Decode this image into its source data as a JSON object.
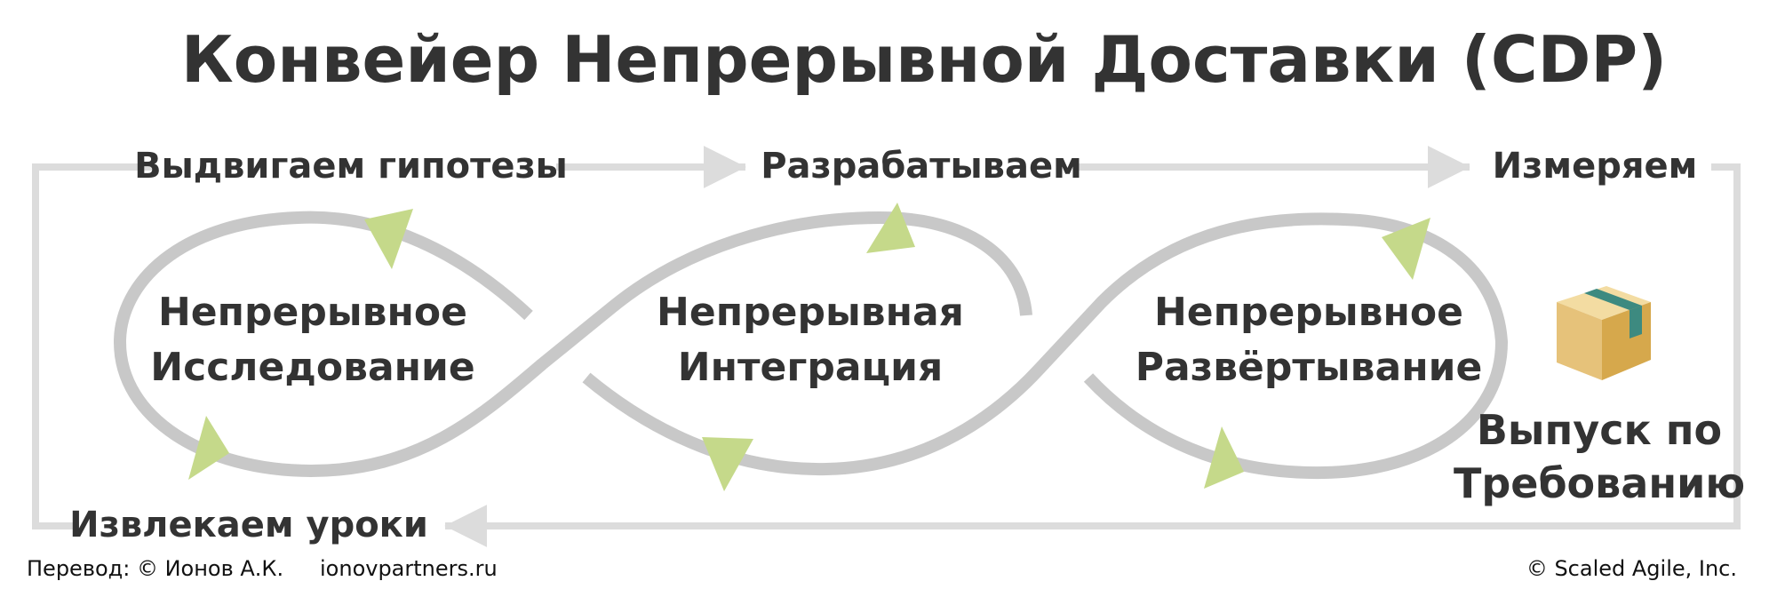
{
  "title": "Конвейер Непрерывной Доставки (CDP)",
  "stages": {
    "hypothesize": "Выдвигаем гипотезы",
    "build": "Разрабатываем",
    "measure": "Измеряем",
    "learn": "Извлекаем уроки"
  },
  "loops": {
    "exploration": [
      "Непрерывное",
      "Исследование"
    ],
    "integration": [
      "Непрерывная",
      "Интеграция"
    ],
    "deployment": [
      "Непрерывное",
      "Развёртывание"
    ]
  },
  "release": [
    "Выпуск по",
    "Требованию"
  ],
  "credits": {
    "translation": "Перевод: © Ионов А.К.",
    "site": "ionovpartners.ru",
    "copyright": "© Scaled Agile,  Inc."
  },
  "colors": {
    "track": "#c8c8c8",
    "frame": "#dcdcdc",
    "arrowhead": "#c5d98a",
    "text": "#333333",
    "box": "#e6c27a",
    "box_tape": "#3d8a80"
  },
  "icons": [
    "package-icon"
  ]
}
